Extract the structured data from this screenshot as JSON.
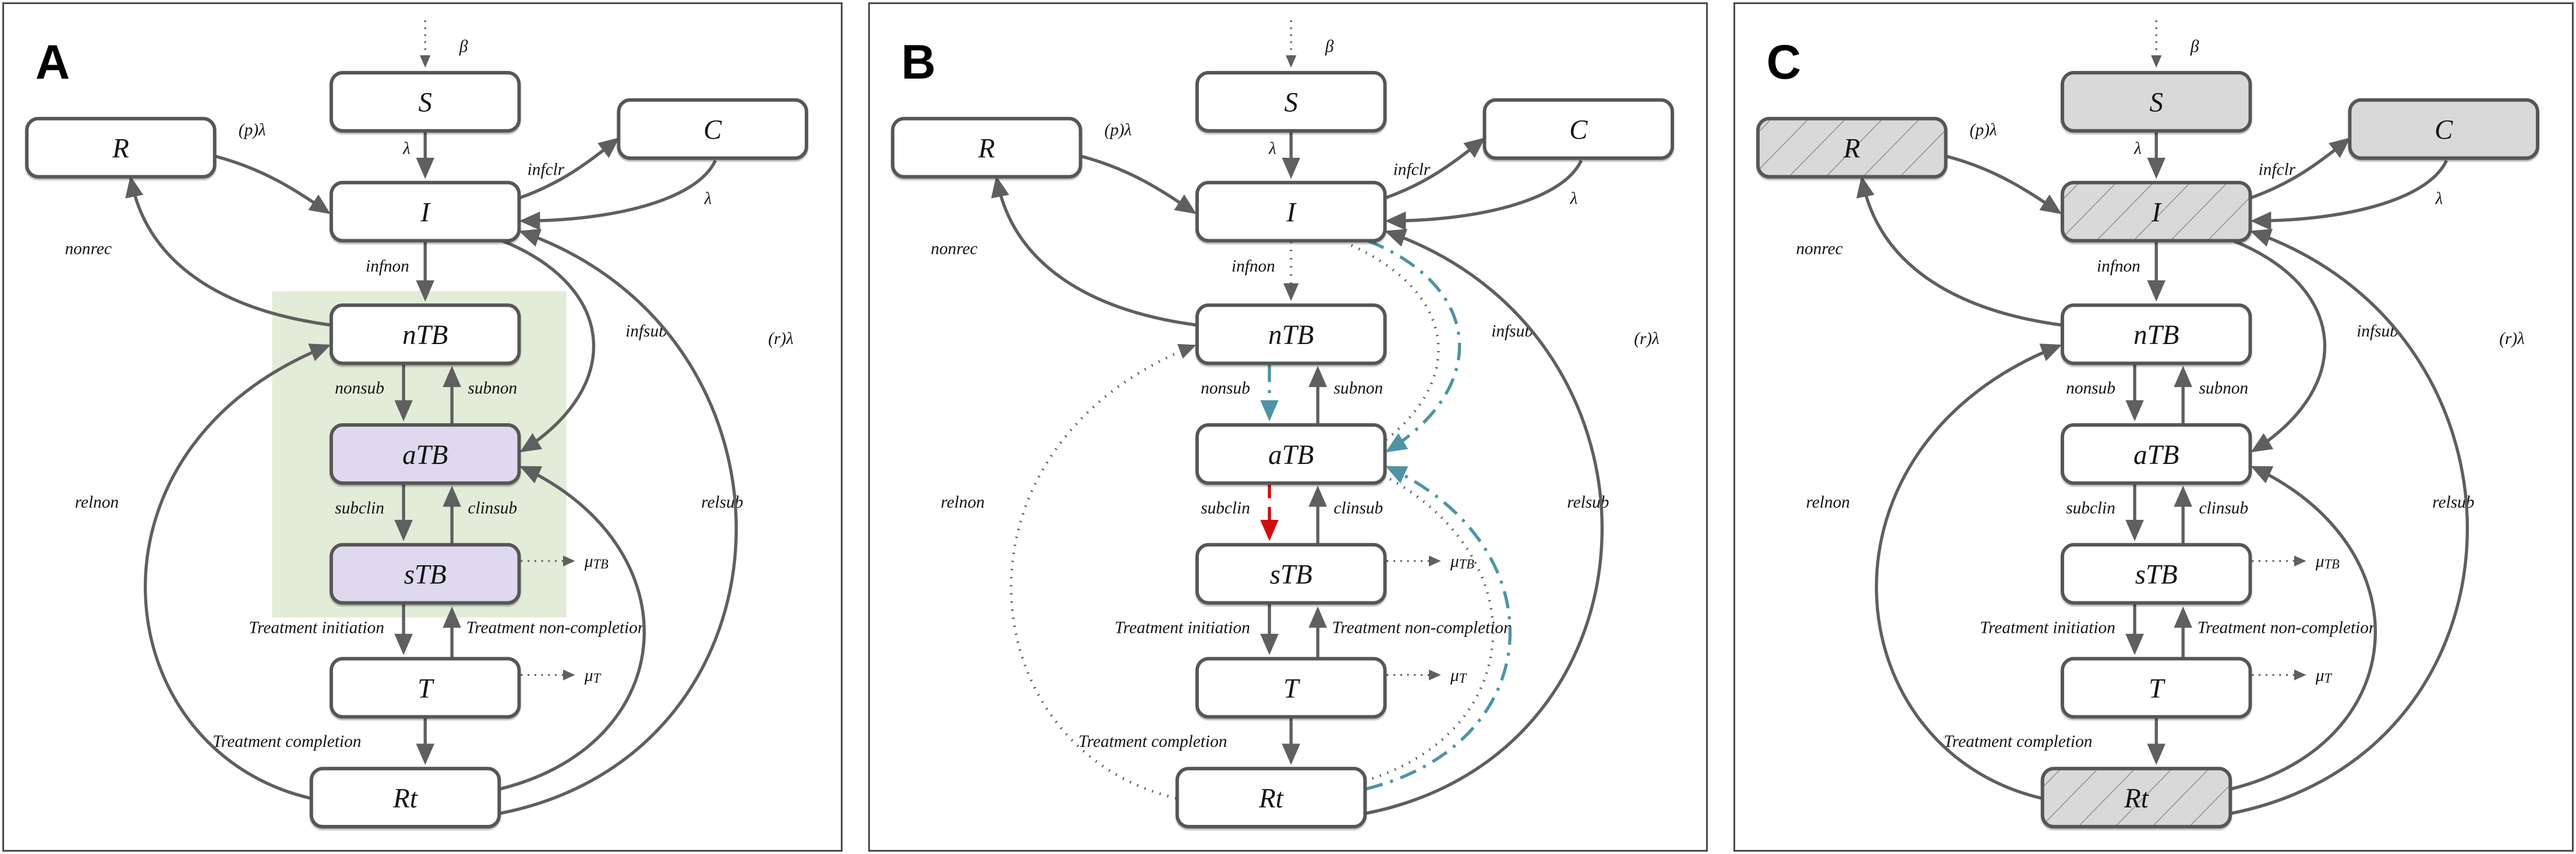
{
  "figure": {
    "colors": {
      "background": "#ffffff",
      "panel_border": "#4a4a4a",
      "box_border": "#565656",
      "box_fill": "#ffffff",
      "arrow": "#5f5f5f",
      "dotted": "#4f4f4f",
      "teal": "#4e93a6",
      "red": "#cf0e0e",
      "green_region": "#e2ecd8",
      "lavender": "#ded9ee",
      "gray": "#d9d9d9",
      "hatch_line": "#8f8f8f",
      "text": "#141414"
    },
    "nodes": [
      {
        "id": "S",
        "label": "S"
      },
      {
        "id": "C",
        "label": "C"
      },
      {
        "id": "R",
        "label": "R"
      },
      {
        "id": "I",
        "label": "I"
      },
      {
        "id": "nTB",
        "label": "nTB"
      },
      {
        "id": "aTB",
        "label": "aTB"
      },
      {
        "id": "sTB",
        "label": "sTB"
      },
      {
        "id": "T",
        "label": "T"
      },
      {
        "id": "Rt",
        "label": "Rt"
      }
    ],
    "edges": [
      {
        "id": "beta",
        "label": "β",
        "from": "",
        "to": "S",
        "kind": "fine-dotted"
      },
      {
        "id": "lambda_si",
        "label": "λ",
        "from": "S",
        "to": "I"
      },
      {
        "id": "p_lambda",
        "label": "(p)λ",
        "from": "R",
        "to": "I"
      },
      {
        "id": "infclr",
        "label": "infclr",
        "from": "I",
        "to": "C"
      },
      {
        "id": "lambda_ci",
        "label": "λ",
        "from": "C",
        "to": "I"
      },
      {
        "id": "infnon",
        "label": "infnon",
        "from": "I",
        "to": "nTB"
      },
      {
        "id": "nonrec",
        "label": "nonrec",
        "from": "nTB",
        "to": "R"
      },
      {
        "id": "nonsub",
        "label": "nonsub",
        "from": "nTB",
        "to": "aTB"
      },
      {
        "id": "subnon",
        "label": "subnon",
        "from": "aTB",
        "to": "nTB"
      },
      {
        "id": "subclin",
        "label": "subclin",
        "from": "aTB",
        "to": "sTB"
      },
      {
        "id": "clinsub",
        "label": "clinsub",
        "from": "sTB",
        "to": "aTB"
      },
      {
        "id": "infsub",
        "label": "infsub",
        "from": "I",
        "to": "aTB"
      },
      {
        "id": "mu_tb",
        "label": "μ",
        "sub": "TB",
        "from": "sTB",
        "to": "",
        "kind": "fine-dotted"
      },
      {
        "id": "trt_init",
        "label": "Treatment initiation",
        "from": "sTB",
        "to": "T"
      },
      {
        "id": "trt_noncomp",
        "label": "Treatment non-completion",
        "from": "T",
        "to": "sTB"
      },
      {
        "id": "mu_t",
        "label": "μ",
        "sub": "T",
        "from": "T",
        "to": "",
        "kind": "fine-dotted"
      },
      {
        "id": "trt_comp",
        "label": "Treatment completion",
        "from": "T",
        "to": "Rt"
      },
      {
        "id": "relnon",
        "label": "relnon",
        "from": "Rt",
        "to": "nTB"
      },
      {
        "id": "relsub",
        "label": "relsub",
        "from": "Rt",
        "to": "aTB"
      },
      {
        "id": "r_lambda",
        "label": "(r)λ",
        "from": "Rt",
        "to": "I"
      }
    ],
    "panels": [
      {
        "id": "A",
        "label": "A",
        "green_region": true,
        "node_fills": {
          "aTB": "lavender",
          "sTB": "lavender"
        },
        "edge_styles": {}
      },
      {
        "id": "B",
        "label": "B",
        "green_region": false,
        "node_fills": {},
        "edge_styles": {
          "infnon": "dotted",
          "relnon": "dotted",
          "nonsub": "teal",
          "subclin": "red",
          "infsub": "pair",
          "relsub": "pair"
        }
      },
      {
        "id": "C",
        "label": "C",
        "green_region": false,
        "node_fills": {
          "S": "gray",
          "C": "gray",
          "R": "hatch",
          "I": "hatch",
          "Rt": "hatch"
        },
        "edge_styles": {}
      }
    ]
  }
}
